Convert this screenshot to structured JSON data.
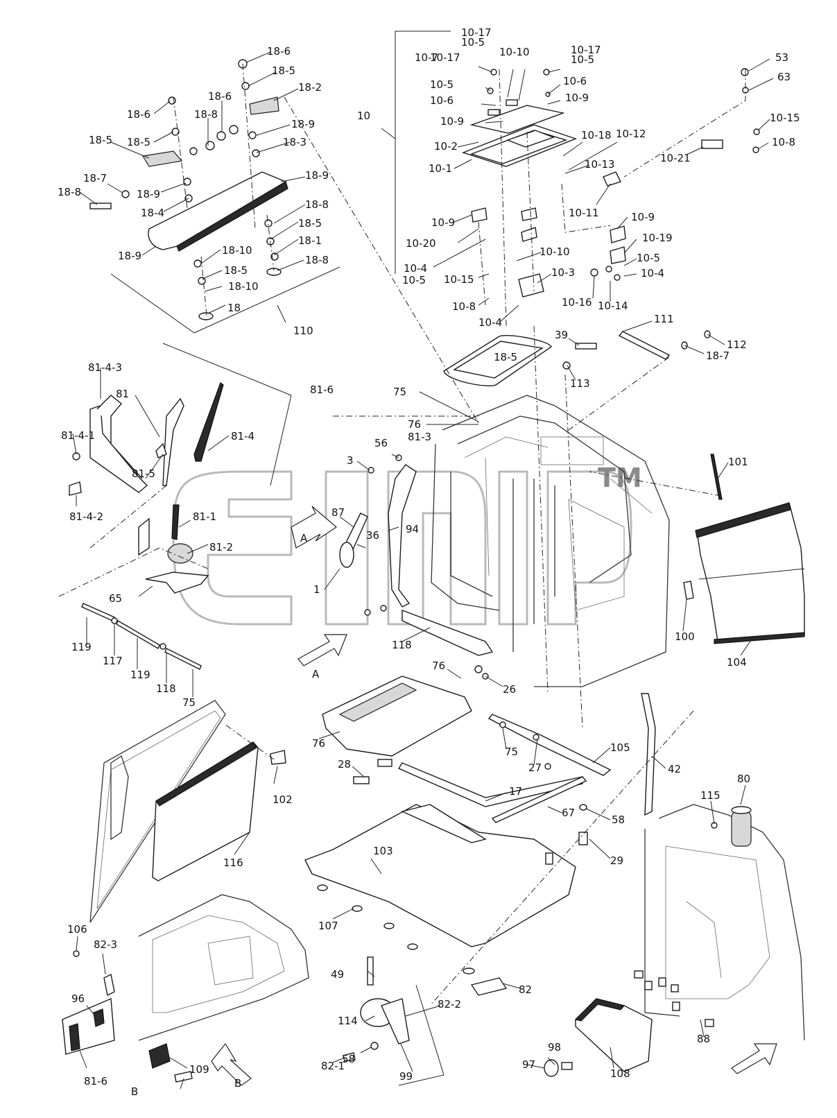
{
  "watermark": {
    "trademark": "TM"
  },
  "view_markers": {
    "view_a": "A",
    "view_b": "B"
  },
  "labels": [
    "10-17",
    "10-5",
    "10-7",
    "10-10",
    "10-17",
    "10-5",
    "10-17",
    "10-5",
    "10-6",
    "10-6",
    "10-9",
    "10-9",
    "10",
    "10-2",
    "10-1",
    "10-18",
    "10-12",
    "10-13",
    "10-11",
    "10-9",
    "10-20",
    "10-4",
    "10-5",
    "10-15",
    "10-8",
    "10-4",
    "10-10",
    "10-3",
    "10-16",
    "10-14",
    "10-9",
    "10-19",
    "10-5",
    "10-4",
    "53",
    "63",
    "10-15",
    "10-8",
    "10-21",
    "18-6",
    "18-5",
    "18-2",
    "18-6",
    "18-5",
    "18-6",
    "18-8",
    "18-9",
    "18-3",
    "18-5",
    "18-7",
    "18-8",
    "18-9",
    "18-4",
    "18-9",
    "18-8",
    "18-5",
    "18-1",
    "18-9",
    "18-10",
    "18-8",
    "18-5",
    "18-10",
    "18",
    "110",
    "111",
    "112",
    "18-7",
    "39",
    "18-5",
    "113",
    "75",
    "76",
    "81-3",
    "81-4-3",
    "81",
    "81-6",
    "81-4-1",
    "81-4",
    "81-5",
    "81-4-2",
    "81-1",
    "81-2",
    "65",
    "56",
    "3",
    "87",
    "36",
    "94",
    "1",
    "101",
    "100",
    "104",
    "118",
    "119",
    "117",
    "119",
    "118",
    "75",
    "76",
    "26",
    "76",
    "75",
    "27",
    "105",
    "42",
    "28",
    "17",
    "67",
    "58",
    "29",
    "103",
    "102",
    "116",
    "115",
    "80",
    "107",
    "106",
    "82-3",
    "49",
    "82",
    "82-2",
    "114",
    "96",
    "88",
    "58",
    "82-1",
    "99",
    "98",
    "97",
    "108",
    "81-6",
    "109",
    "B",
    "B",
    "A",
    "A"
  ]
}
